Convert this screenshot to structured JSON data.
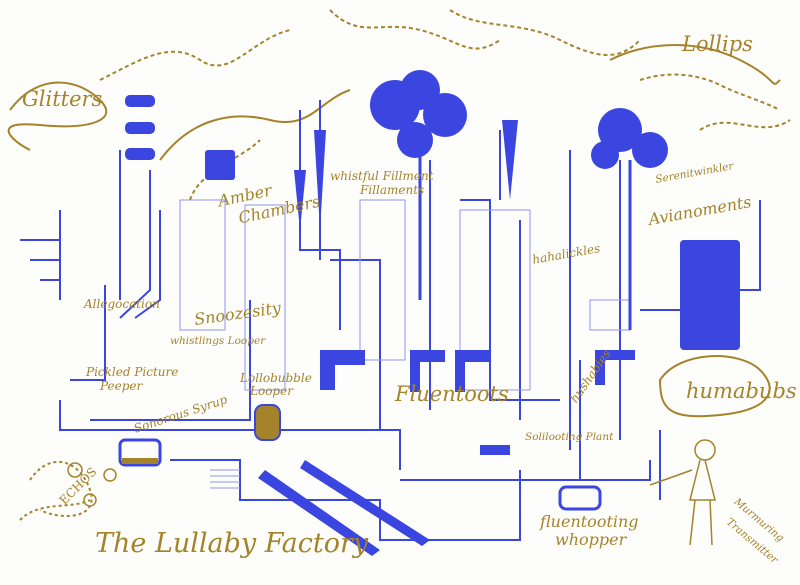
{
  "title": "The Lullaby Factory",
  "colors": {
    "pipe": "#3b45e0",
    "ink": "#a5832a",
    "pipe_light": "#8f95ee"
  },
  "labels": {
    "glitters": "Glitters",
    "lollips": "Lollips",
    "amber_chambers_1": "Amber",
    "amber_chambers_2": "Chambers",
    "fillaments_1": "whistful Fillment",
    "fillaments_2": "Fillaments",
    "allegocation": "Allegocation",
    "snoozesity": "Snoozesity",
    "whistlings_looper": "whistlings Looper",
    "pickled_1": "Pickled Picture",
    "pickled_2": "Peeper",
    "sonorous": "Sonorous Syrup",
    "lollobubble_1": "Lollobubble",
    "lollobubble_2": "Looper",
    "fluentoots": "Fluentoots",
    "hahalickles": "hahalickles",
    "hushabies": "hushabies",
    "serenitwinkler": "Serenitwinkler",
    "avianoments": "Avianoments",
    "humabubs": "humabubs",
    "solilooting": "Solilooting Plant",
    "whopper_1": "fluentooting",
    "whopper_2": "whopper",
    "transmitter_1": "Murmuring",
    "transmitter_2": "Transmitter",
    "echos": "ECHOS"
  }
}
